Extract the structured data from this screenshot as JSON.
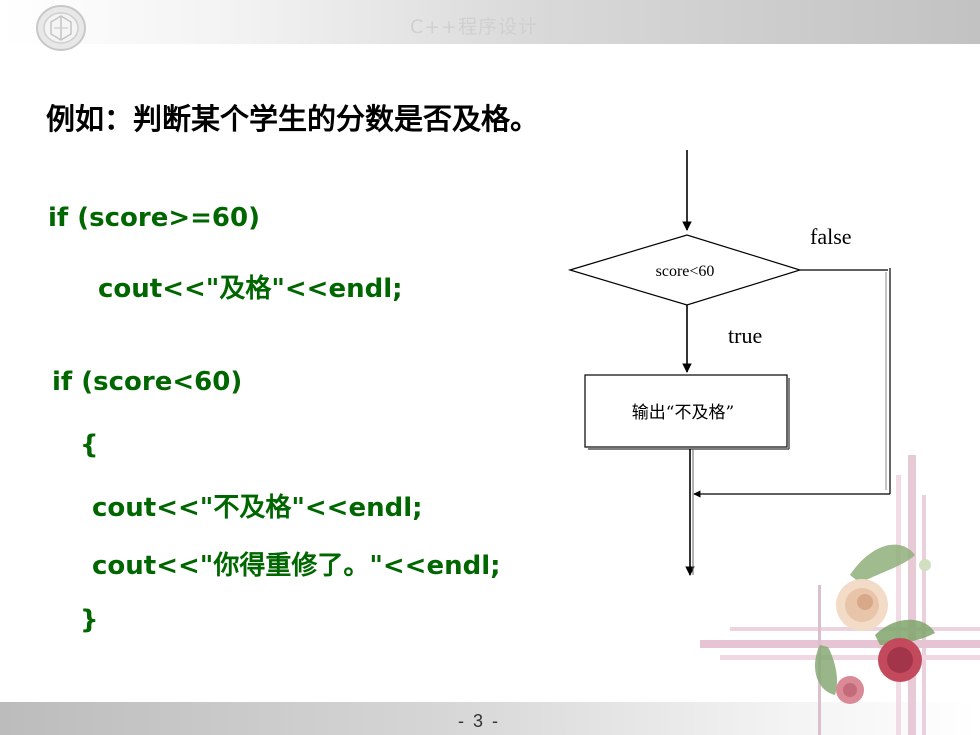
{
  "header": {
    "title": "C++程序设计"
  },
  "slide": {
    "heading": "例如：判断某个学生的分数是否及格。",
    "code_lines": [
      "if (score>=60)",
      "cout<<\"及格\"<<endl;",
      "if (score<60)",
      "{",
      "cout<<\"不及格\"<<endl;",
      "cout<<\"你得重修了。\"<<endl;",
      "}"
    ]
  },
  "flowchart": {
    "condition": "score<60",
    "false_label": "false",
    "true_label": "true",
    "output_box": "输出“不及格”"
  },
  "footer": {
    "page_number": "- 3 -"
  },
  "colors": {
    "code_text": "#006600",
    "heading_text": "#000000"
  }
}
